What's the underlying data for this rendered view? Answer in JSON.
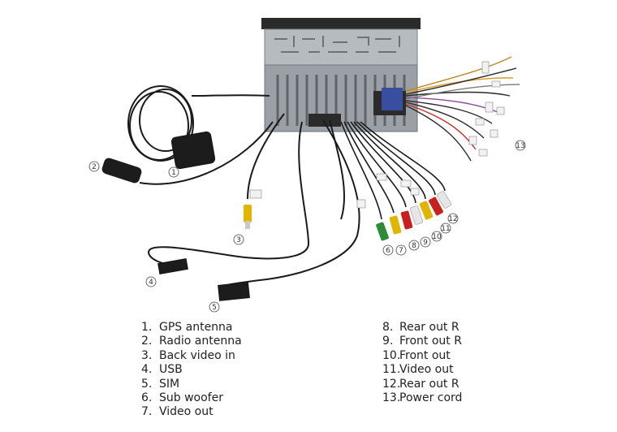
{
  "figure": {
    "callouts": [
      "1",
      "2",
      "3",
      "4",
      "5",
      "6",
      "7",
      "8",
      "9",
      "10",
      "11",
      "12",
      "13"
    ]
  },
  "legend": {
    "left": [
      {
        "num": "1.",
        "label": "GPS antenna"
      },
      {
        "num": "2.",
        "label": "Radio antenna"
      },
      {
        "num": "3.",
        "label": "Back video in"
      },
      {
        "num": "4.",
        "label": "USB"
      },
      {
        "num": "5.",
        "label": "SIM"
      },
      {
        "num": "6.",
        "label": "Sub woofer"
      },
      {
        "num": "7.",
        "label": "Video out"
      }
    ],
    "right": [
      {
        "num": "8.",
        "label": "Rear out R"
      },
      {
        "num": "9.",
        "label": "Front out R"
      },
      {
        "num": "10.",
        "label": "Front out"
      },
      {
        "num": "11.",
        "label": "Video out"
      },
      {
        "num": "12.",
        "label": "Rear out R"
      },
      {
        "num": "13.",
        "label": "Power cord"
      }
    ]
  },
  "colors": {
    "cable": "#1a1a1a",
    "housing": "#9aa0a6",
    "rca_yellow": "#e0b400",
    "rca_red": "#c8201f",
    "rca_white": "#e6e6e6",
    "rca_green": "#2e8b3a"
  }
}
